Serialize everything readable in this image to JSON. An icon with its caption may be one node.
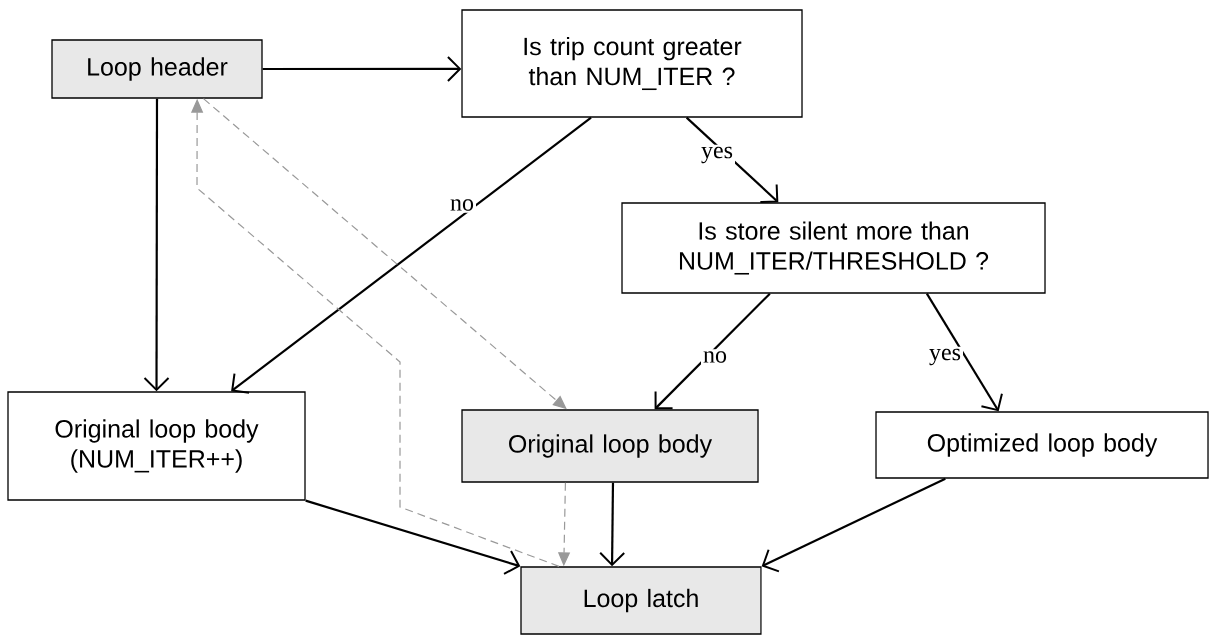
{
  "diagram": {
    "nodes": [
      {
        "text": [
          "Loop header"
        ]
      },
      {
        "text": [
          "Is trip count greater than NUM_ITER ?"
        ]
      },
      {
        "text": [
          "Is store silent more than NUM_ITER/THRESHOLD ?"
        ]
      },
      {
        "text": [
          "Original loop body (NUM_ITER++)"
        ]
      },
      {
        "text": [
          "Original loop body"
        ]
      },
      {
        "text": [
          "Optimized loop body"
        ]
      },
      {
        "text": [
          "Loop latch"
        ]
      }
    ],
    "edges": [
      {
        "from": 0,
        "to": 1,
        "arrow": "to"
      },
      {
        "from": 0,
        "to": 3,
        "arrow": "to"
      },
      {
        "from": 1,
        "to": 3,
        "arrow": "to",
        "label": "no"
      },
      {
        "from": 1,
        "to": 2,
        "arrow": "to",
        "label": "yes"
      },
      {
        "from": 2,
        "to": 4,
        "arrow": "to",
        "label": "no"
      },
      {
        "from": 2,
        "to": 5,
        "arrow": "to",
        "label": "yes"
      },
      {
        "from": 3,
        "to": 6,
        "arrow": "to"
      },
      {
        "from": 4,
        "to": 6,
        "arrow": "to"
      },
      {
        "from": 5,
        "to": 6,
        "arrow": "to"
      },
      {
        "from": 0,
        "to": 4,
        "arrow": "to",
        "style": "dashed",
        "color": "#999999"
      },
      {
        "from": 4,
        "to": 6,
        "arrow": "to",
        "style": "dashed",
        "color": "#999999"
      },
      {
        "from": 6,
        "to": 0,
        "arrow": "to",
        "style": "dashed",
        "color": "#999999"
      }
    ]
  }
}
